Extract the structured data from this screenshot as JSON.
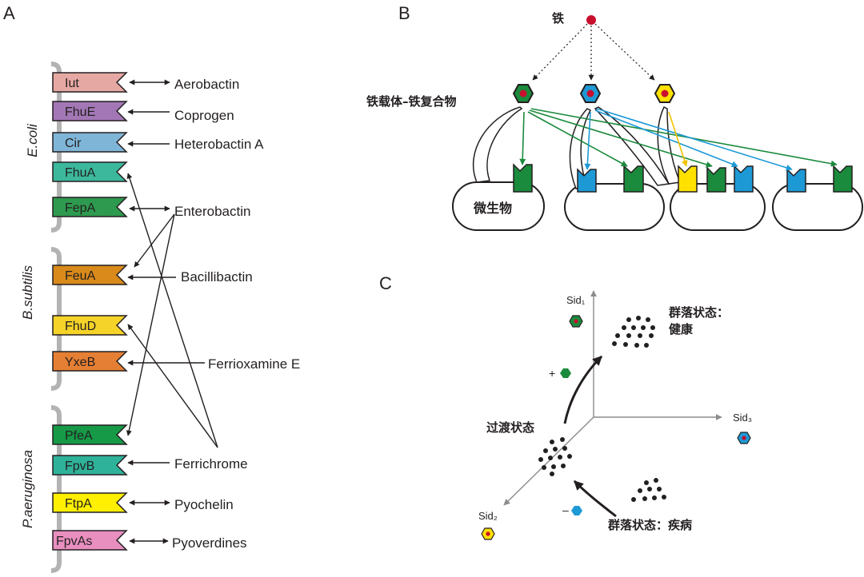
{
  "panel_labels": {
    "a": "A",
    "b": "B",
    "c": "C"
  },
  "colors": {
    "ink": "#231f20",
    "green": "#1a8a3c",
    "blue": "#1d9ad6",
    "yellow": "#ffe100",
    "red": "#c8102e",
    "bracket_gray": "#b3b3b3",
    "axis_gray": "#8c8c8c"
  },
  "panel_a": {
    "groups": [
      {
        "label": "E.coli"
      },
      {
        "label": "B.subtilis"
      },
      {
        "label": "P.aeruginosa"
      }
    ],
    "receptors": [
      {
        "name": "Iut",
        "color": "#e6a8a3"
      },
      {
        "name": "FhuE",
        "color": "#a377b5"
      },
      {
        "name": "Cir",
        "color": "#7fb6d8"
      },
      {
        "name": "FhuA",
        "color": "#3cb89c"
      },
      {
        "name": "FepA",
        "color": "#2e9a4f"
      },
      {
        "name": "FeuA",
        "color": "#d98a1a"
      },
      {
        "name": "FhuD",
        "color": "#f5d328"
      },
      {
        "name": "YxeB",
        "color": "#e57f33"
      },
      {
        "name": "PfeA",
        "color": "#169a47"
      },
      {
        "name": "FpvB",
        "color": "#2fb29a"
      },
      {
        "name": "FtpA",
        "color": "#ffef00"
      },
      {
        "name": "FpvAs",
        "color": "#e88fbf"
      }
    ],
    "siderophores": [
      {
        "name": "Aerobactin"
      },
      {
        "name": "Coprogen"
      },
      {
        "name": "Heterobactin A"
      },
      {
        "name": "Enterobactin"
      },
      {
        "name": "Bacillibactin"
      },
      {
        "name": "Ferrioxamine E"
      },
      {
        "name": "Ferrichrome"
      },
      {
        "name": "Pyochelin"
      },
      {
        "name": "Pyoverdines"
      }
    ]
  },
  "panel_b": {
    "iron_label": "铁",
    "complex_label": "铁载体–铁复合物",
    "microbe_label": "微生物",
    "complexes": [
      {
        "color": "#1a8a3c"
      },
      {
        "color": "#1d9ad6"
      },
      {
        "color": "#ffe100"
      }
    ]
  },
  "panel_c": {
    "axis_y": "Sid₁",
    "axis_x": "Sid₂",
    "axis_z": "Sid₃",
    "healthy_label_1": "群落状态：",
    "healthy_label_2": "健康",
    "transition_label": "过渡状态",
    "disease_label": "群落状态：疾病",
    "plus_sign": "+",
    "minus_sign": "–"
  }
}
